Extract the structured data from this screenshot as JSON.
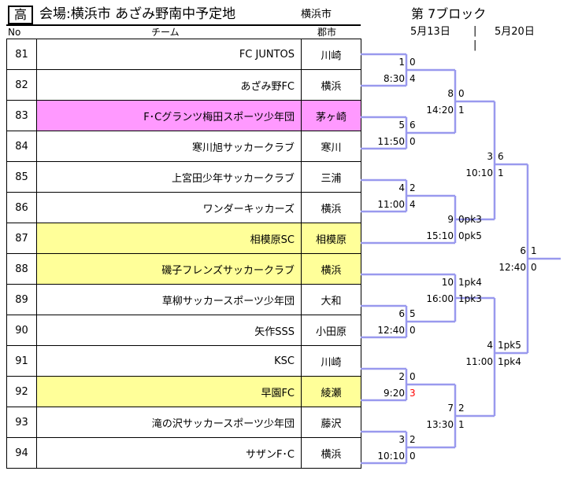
{
  "header": {
    "grade": "高",
    "venue": "会場:横浜市 あざみ野南中予定地",
    "city_label": "横浜市",
    "block": "第 7ブロック",
    "date1": "5月13日",
    "date_separator": "|",
    "date2": "5月20日"
  },
  "table_headers": {
    "no": "No",
    "team": "チーム",
    "city": "郡市"
  },
  "teams": [
    {
      "no": "81",
      "name": "FC JUNTOS",
      "city": "川崎"
    },
    {
      "no": "82",
      "name": "あざみ野FC",
      "city": "横浜"
    },
    {
      "no": "83",
      "name": "F･Cグランツ梅田スポーツ少年団",
      "city": "茅ヶ崎"
    },
    {
      "no": "84",
      "name": "寒川旭サッカークラブ",
      "city": "寒川"
    },
    {
      "no": "85",
      "name": "上宮田少年サッカークラブ",
      "city": "三浦"
    },
    {
      "no": "86",
      "name": "ワンダーキッカーズ",
      "city": "横浜"
    },
    {
      "no": "87",
      "name": "相模原SC",
      "city": "相模原"
    },
    {
      "no": "88",
      "name": "磯子フレンズサッカークラブ",
      "city": "横浜"
    },
    {
      "no": "89",
      "name": "草柳サッカースポーツ少年団",
      "city": "大和"
    },
    {
      "no": "90",
      "name": "矢作SSS",
      "city": "小田原"
    },
    {
      "no": "91",
      "name": "KSC",
      "city": "川崎"
    },
    {
      "no": "92",
      "name": "早園FC",
      "city": "綾瀬"
    },
    {
      "no": "93",
      "name": "滝の沢サッカースポーツ少年団",
      "city": "藤沢"
    },
    {
      "no": "94",
      "name": "サザンF･C",
      "city": "横浜"
    }
  ],
  "row_highlights": {
    "pink_color": "#ff99ff",
    "yellow_color": "#ffff99",
    "bracket_line_color": "#9999ee",
    "highlight_score_color": "#ff0000"
  },
  "matches": {
    "m1": {
      "number": "1",
      "time": "8:30",
      "score_top": "0",
      "score_bottom": "4"
    },
    "m5": {
      "number": "5",
      "time": "11:50",
      "score_top": "6",
      "score_bottom": "0"
    },
    "m4": {
      "number": "4",
      "time": "11:00",
      "score_top": "2",
      "score_bottom": "4"
    },
    "m6a": {
      "number": "6",
      "time": "12:40",
      "score_top": "5",
      "score_bottom": "0"
    },
    "m2": {
      "number": "2",
      "time": "9:20",
      "score_top": "0",
      "score_bottom": "3"
    },
    "m3": {
      "number": "3",
      "time": "10:10",
      "score_top": "2",
      "score_bottom": "0"
    },
    "m8": {
      "number": "8",
      "time": "14:20",
      "score_top": "0",
      "score_bottom": "1"
    },
    "m9": {
      "number": "9",
      "time": "15:10",
      "score_top": "0pk3",
      "score_bottom": "0pk5"
    },
    "m10": {
      "number": "10",
      "time": "16:00",
      "score_top": "1pk4",
      "score_bottom": "1pk3"
    },
    "m7": {
      "number": "7",
      "time": "13:30",
      "score_top": "2",
      "score_bottom": "1"
    },
    "m3b": {
      "number": "3",
      "time": "10:10",
      "score_top": "6",
      "score_bottom": "1"
    },
    "m4b": {
      "number": "4",
      "time": "11:00",
      "score_top": "1pk5",
      "score_bottom": "1pk4"
    },
    "m6": {
      "number": "6",
      "time": "12:40",
      "score_top": "1",
      "score_bottom": "0"
    }
  }
}
